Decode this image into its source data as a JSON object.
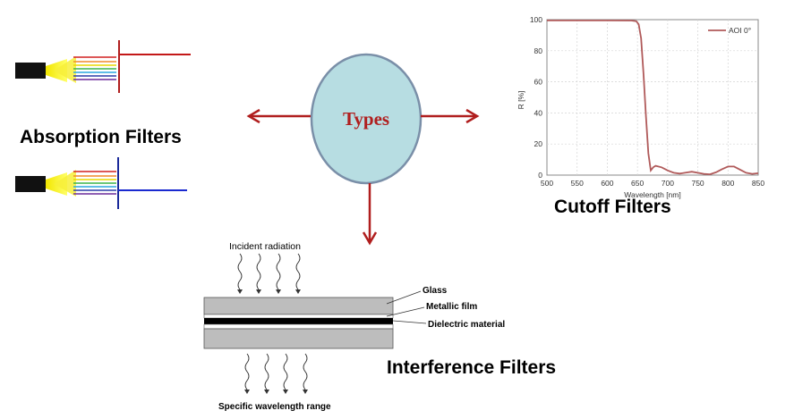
{
  "center": {
    "label": "Types"
  },
  "absorption": {
    "title": "Absorption Filters"
  },
  "cutoff": {
    "title": "Cutoff Filters",
    "chart_data": {
      "type": "line",
      "xlabel": "Wavelength [nm]",
      "ylabel": "R [%]",
      "xlim": [
        500,
        850
      ],
      "ylim": [
        0,
        100
      ],
      "xticks": [
        500,
        550,
        600,
        650,
        700,
        750,
        800,
        850
      ],
      "yticks": [
        0,
        20,
        40,
        60,
        80,
        100
      ],
      "grid": true,
      "legend_position": "top-right",
      "series": [
        {
          "name": "AOI 0°",
          "color": "#b05a5a",
          "x": [
            500,
            550,
            600,
            640,
            648,
            652,
            656,
            660,
            664,
            668,
            672,
            676,
            680,
            690,
            700,
            710,
            720,
            740,
            760,
            770,
            780,
            790,
            800,
            810,
            820,
            830,
            840,
            850
          ],
          "y": [
            99.5,
            99.5,
            99.5,
            99.4,
            99,
            97,
            88,
            65,
            38,
            14,
            3,
            5,
            6,
            5,
            3,
            1.5,
            1,
            2.2,
            0.8,
            0.5,
            1.8,
            3.8,
            5.5,
            5.5,
            3.5,
            1.5,
            0.8,
            1.2
          ]
        }
      ]
    }
  },
  "interference": {
    "title": "Interference Filters",
    "incident": "Incident radiation",
    "output": "Specific wavelength range",
    "glass": "Glass",
    "metallic": "Metallic film",
    "dielectric": "Dielectric material"
  },
  "colors": {
    "arrow": "#b01e1e",
    "ellipse_fill": "#b7dde2",
    "ellipse_stroke": "#7a8fa8"
  }
}
